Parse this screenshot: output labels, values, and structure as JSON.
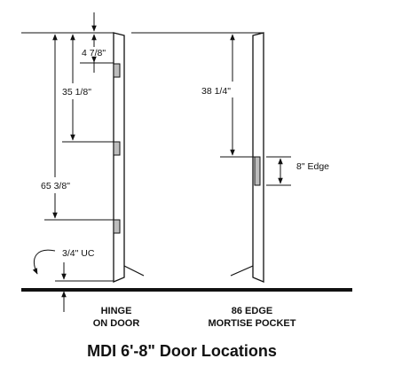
{
  "dimensions": {
    "top_hinge_offset": "4 7/8\"",
    "hinge_spacing": "35 1/8\"",
    "bottom_hinge_height": "65 3/8\"",
    "undercut": "3/4\" UC",
    "pocket_height": "38 1/4\"",
    "pocket_size": "8\" Edge"
  },
  "captions": {
    "hinge_line1": "HINGE",
    "hinge_line2": "ON DOOR",
    "pocket_line1": "86 EDGE",
    "pocket_line2": "MORTISE POCKET"
  },
  "title": "MDI 6'-8\" Door Locations"
}
